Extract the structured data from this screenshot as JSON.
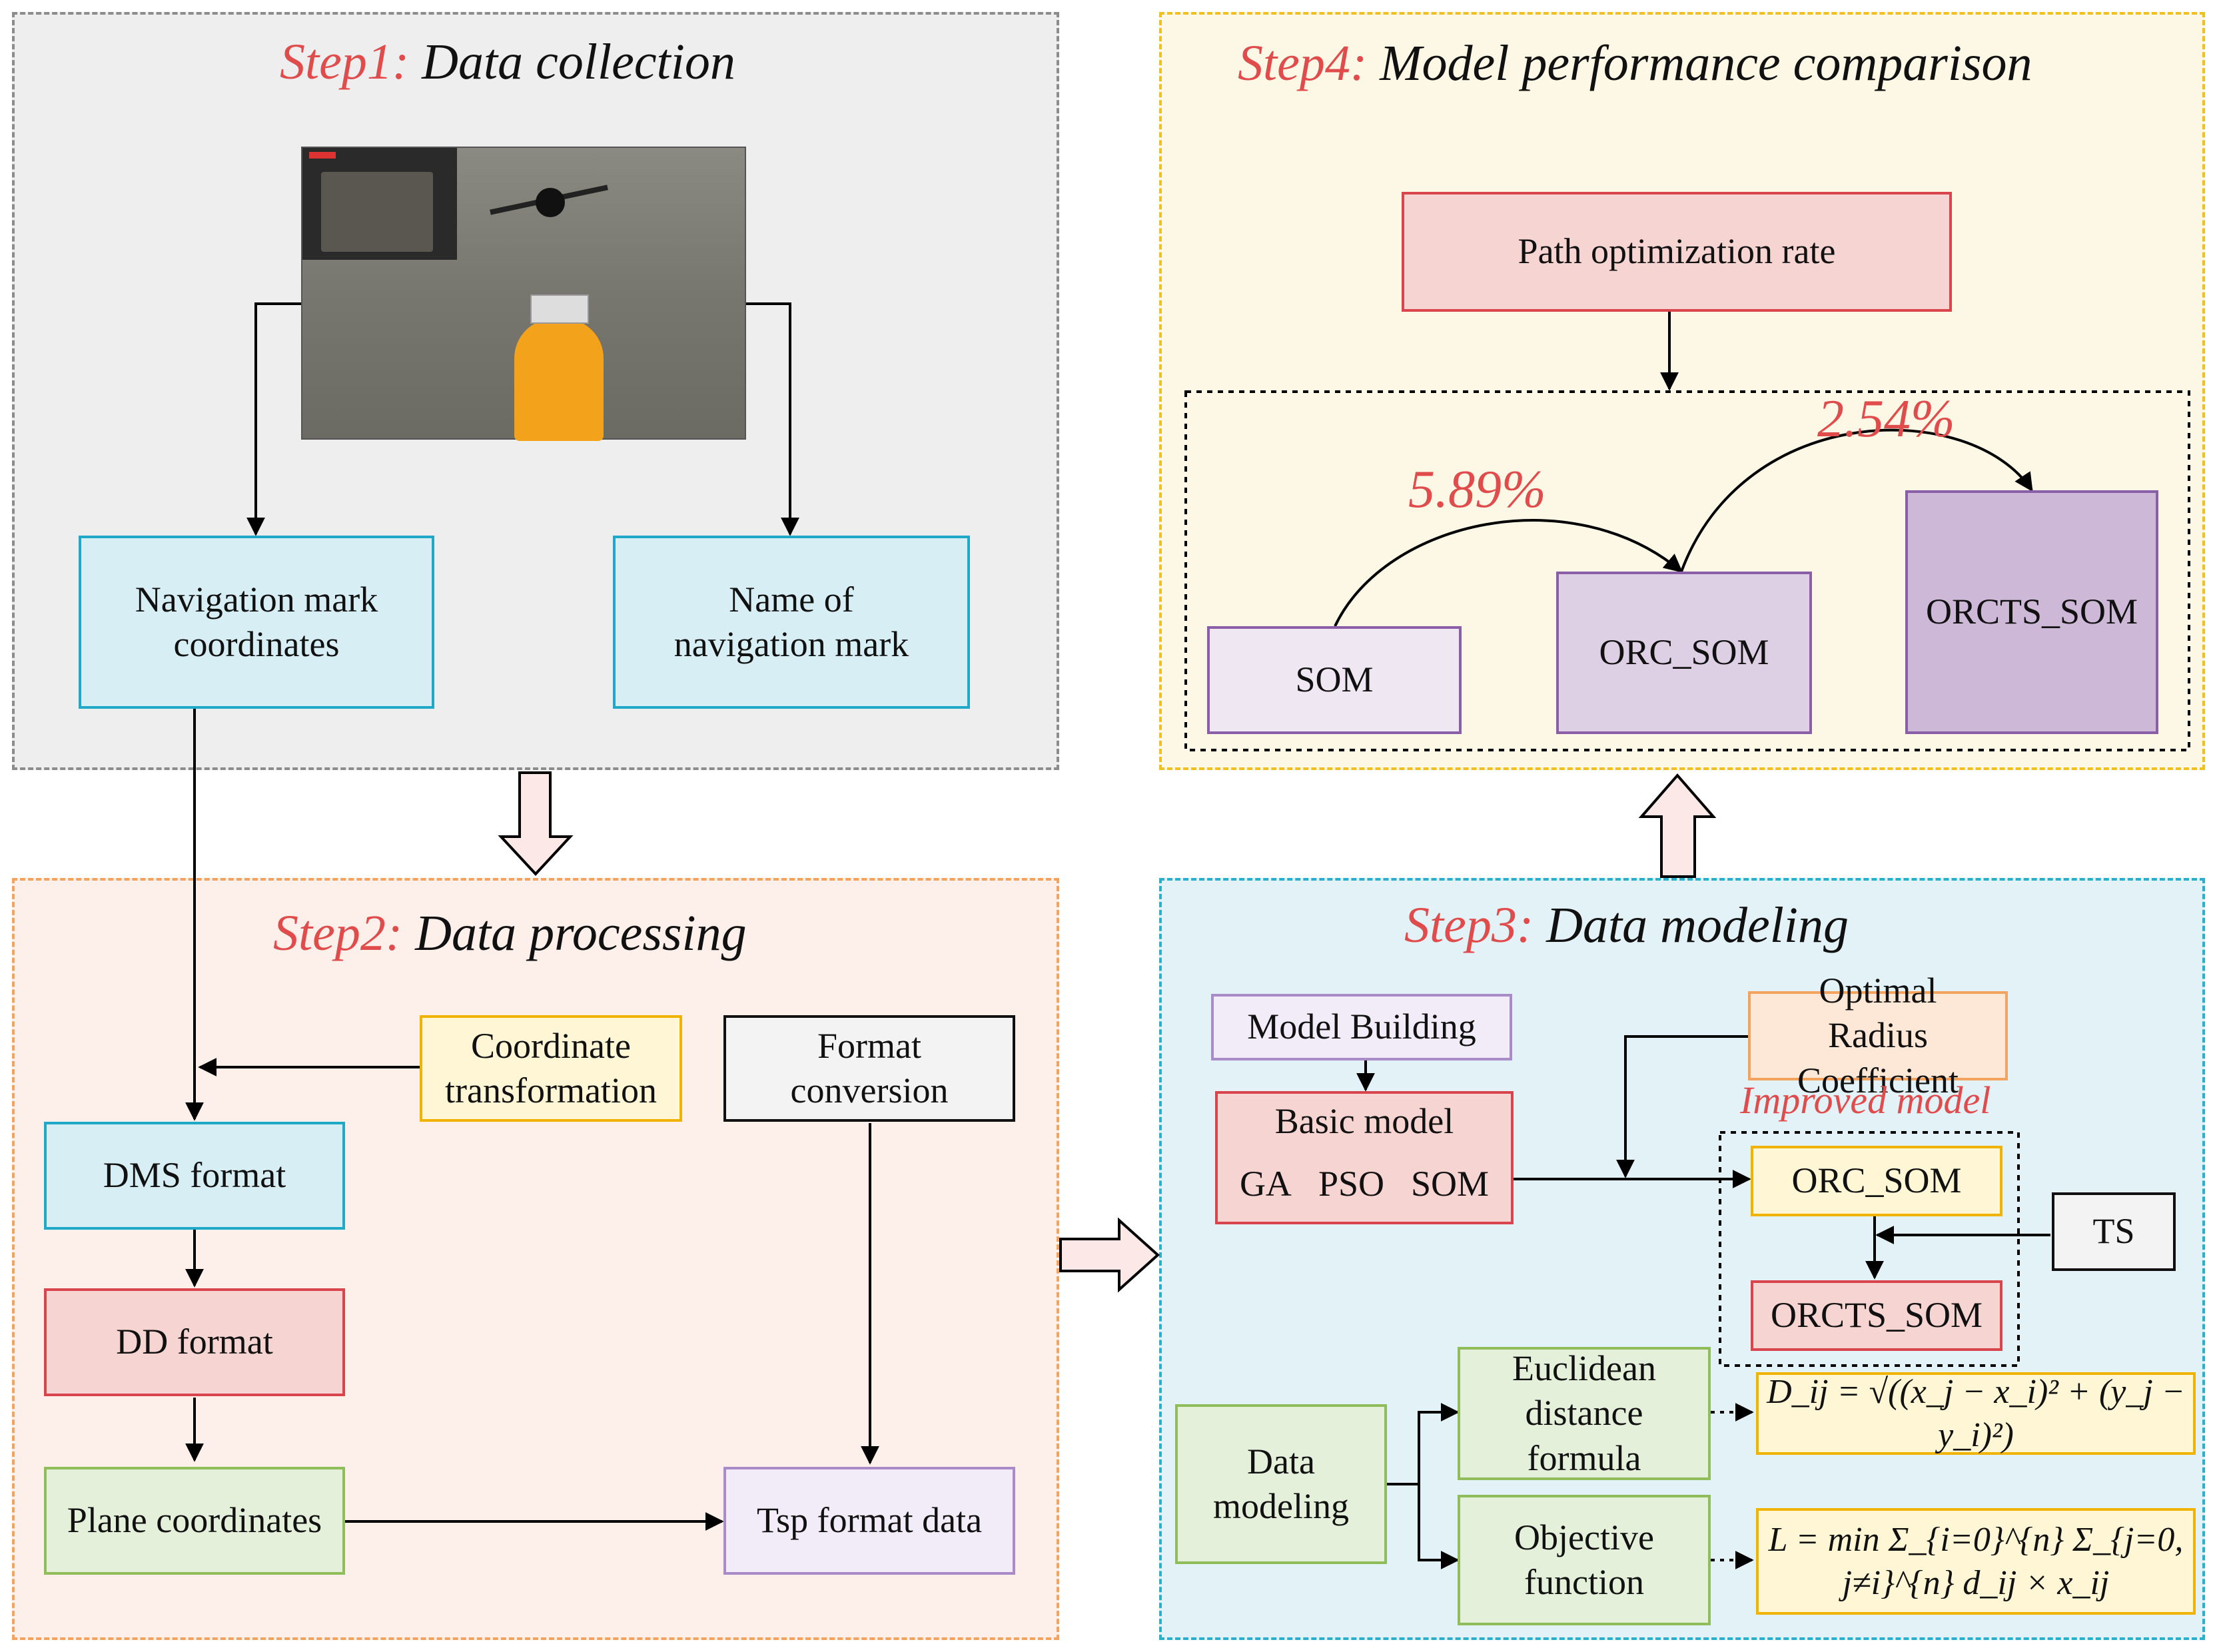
{
  "colors": {
    "step_label": "#e04b4b",
    "panel1_border": "#8c8c8c",
    "panel1_bg": "#eeeeee",
    "panel2_border": "#f3a35e",
    "panel2_bg": "#fdf0ea",
    "panel3_border": "#2ab0cc",
    "panel3_bg": "#e3f2f7",
    "panel4_border": "#f0c020",
    "panel4_bg": "#fdf8e6"
  },
  "step1": {
    "label": "Step1:",
    "title": "Data collection",
    "photo_icon": "drone-photo",
    "nav_coords": "Navigation mark coordinates",
    "nav_name": "Name of navigation mark"
  },
  "step2": {
    "label": "Step2:",
    "title": "Data processing",
    "coord_transform": "Coordinate transformation",
    "format_conversion": "Format conversion",
    "dms": "DMS format",
    "dd": "DD format",
    "plane": "Plane coordinates",
    "tsp": "Tsp format data"
  },
  "step3": {
    "label": "Step3:",
    "title": "Data modeling",
    "model_building": "Model Building",
    "basic_model": "Basic model",
    "ga": "GA",
    "pso": "PSO",
    "som": "SOM",
    "optimal_radius": "Optimal Radius Coefficient",
    "improved_model": "Improved model",
    "orc_som": "ORC_SOM",
    "ts": "TS",
    "orcts_som": "ORCTS_SOM",
    "data_modeling": "Data modeling",
    "euclidean": "Euclidean distance formula",
    "objective": "Objective function",
    "formula_distance": "D_ij = √((x_j − x_i)² + (y_j − y_i)²)",
    "formula_objective": "L = min Σ_{i=0}^{n} Σ_{j=0, j≠i}^{n} d_ij × x_ij"
  },
  "step4": {
    "label": "Step4:",
    "title": "Model performance comparison",
    "path_rate": "Path optimization rate",
    "som": "SOM",
    "orc_som": "ORC_SOM",
    "orcts_som": "ORCTS_SOM",
    "pct1": "5.89%",
    "pct2": "2.54%"
  }
}
